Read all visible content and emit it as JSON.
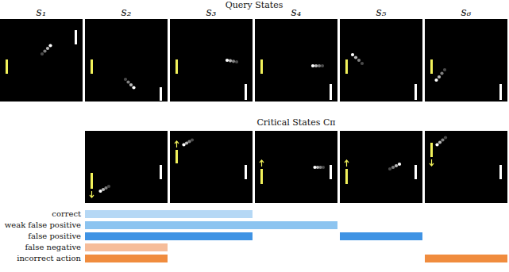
{
  "diagram": {
    "labels": [
      "Query States",
      "s₁",
      "s₂",
      "s₃",
      "s₄",
      "s₅",
      "s₆",
      "Critical States Cπ",
      "correct",
      "weak false positive",
      "false positive",
      "false negative",
      "incorrect action"
    ]
  }
}
